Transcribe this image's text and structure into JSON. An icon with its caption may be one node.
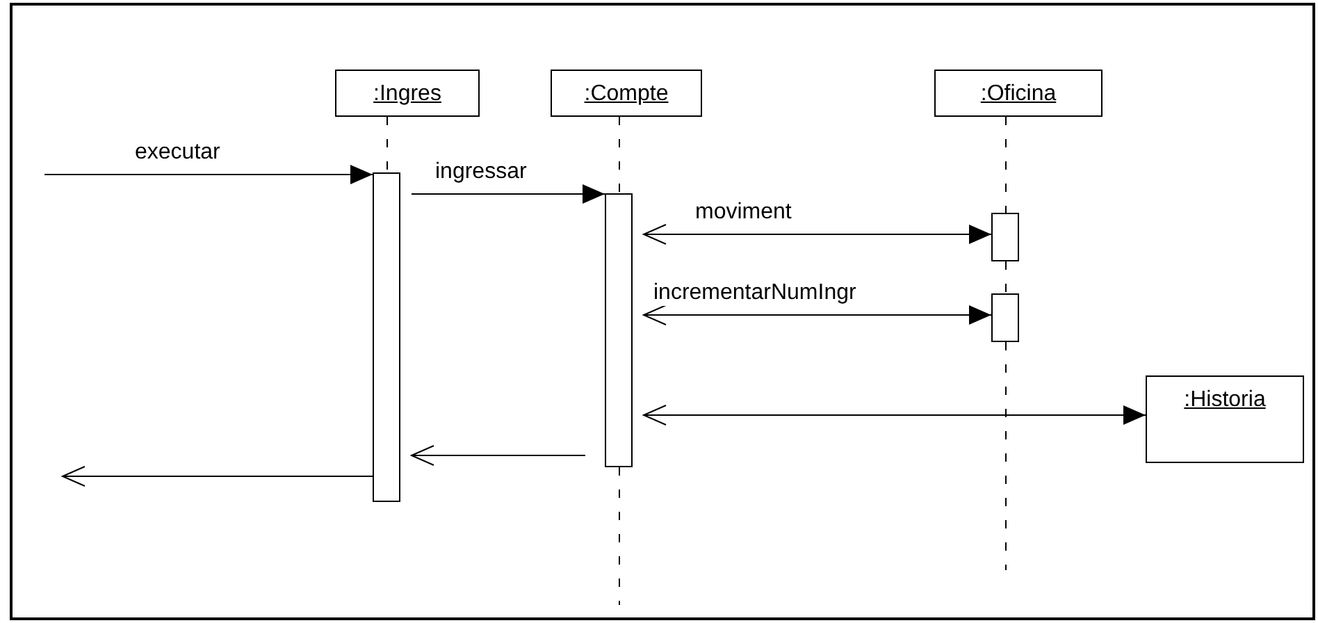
{
  "diagram": {
    "nodes": [
      {
        "text": [
          ":Ingres"
        ]
      },
      {
        "text": [
          ":Compte"
        ]
      },
      {
        "text": [
          ":Oficina"
        ]
      },
      {
        "text": [],
        "shape": "bar"
      },
      {
        "text": [],
        "shape": "bar"
      },
      {
        "text": [],
        "shape": "bar"
      },
      {
        "text": [],
        "shape": "bar"
      },
      {
        "text": [
          ":Historia"
        ]
      }
    ],
    "edges": [
      {
        "from": null,
        "to": 3,
        "arrow": "to",
        "label": "executar"
      },
      {
        "from": 3,
        "to": 4,
        "arrow": "to",
        "label": "ingressar"
      },
      {
        "from": 4,
        "to": 5,
        "arrow": "both",
        "label": "moviment"
      },
      {
        "from": 4,
        "to": 6,
        "arrow": "both",
        "label": "incrementarNumIngr"
      },
      {
        "from": 4,
        "to": 7,
        "arrow": "both"
      },
      {
        "from": 4,
        "to": 3,
        "arrow": "to"
      },
      {
        "from": 3,
        "to": null,
        "arrow": "to"
      },
      {
        "from": 0,
        "to": 3,
        "arrow": "none",
        "style": "dashed"
      },
      {
        "from": 1,
        "to": 4,
        "arrow": "none",
        "style": "dashed"
      },
      {
        "from": 4,
        "to": null,
        "arrow": "none",
        "style": "dashed"
      },
      {
        "from": 2,
        "to": 5,
        "arrow": "none",
        "style": "dashed"
      },
      {
        "from": 5,
        "to": 6,
        "arrow": "none",
        "style": "dashed"
      },
      {
        "from": 6,
        "to": null,
        "arrow": "none",
        "style": "dashed"
      }
    ]
  }
}
